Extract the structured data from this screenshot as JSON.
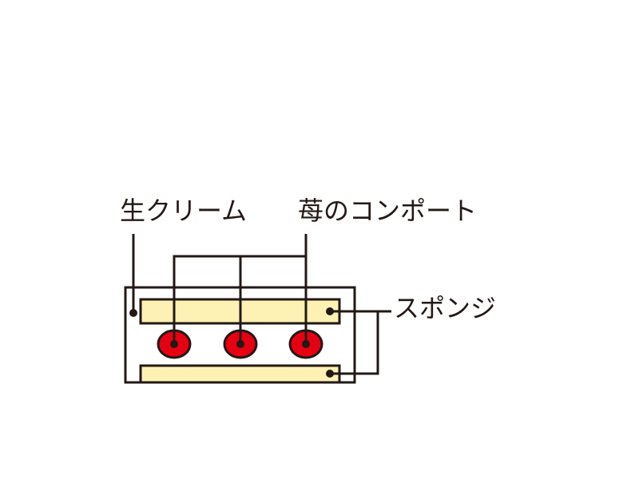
{
  "labels": {
    "cream": "生クリーム",
    "compote": "苺のコンポート",
    "sponge": "スポンジ"
  },
  "colors": {
    "line": "#231815",
    "sponge_fill": "#fdf2b3",
    "strawberry_fill": "#e50012",
    "cream_fill": "#ffffff"
  },
  "components": {
    "sponge_layers": 2,
    "strawberries": 3
  }
}
